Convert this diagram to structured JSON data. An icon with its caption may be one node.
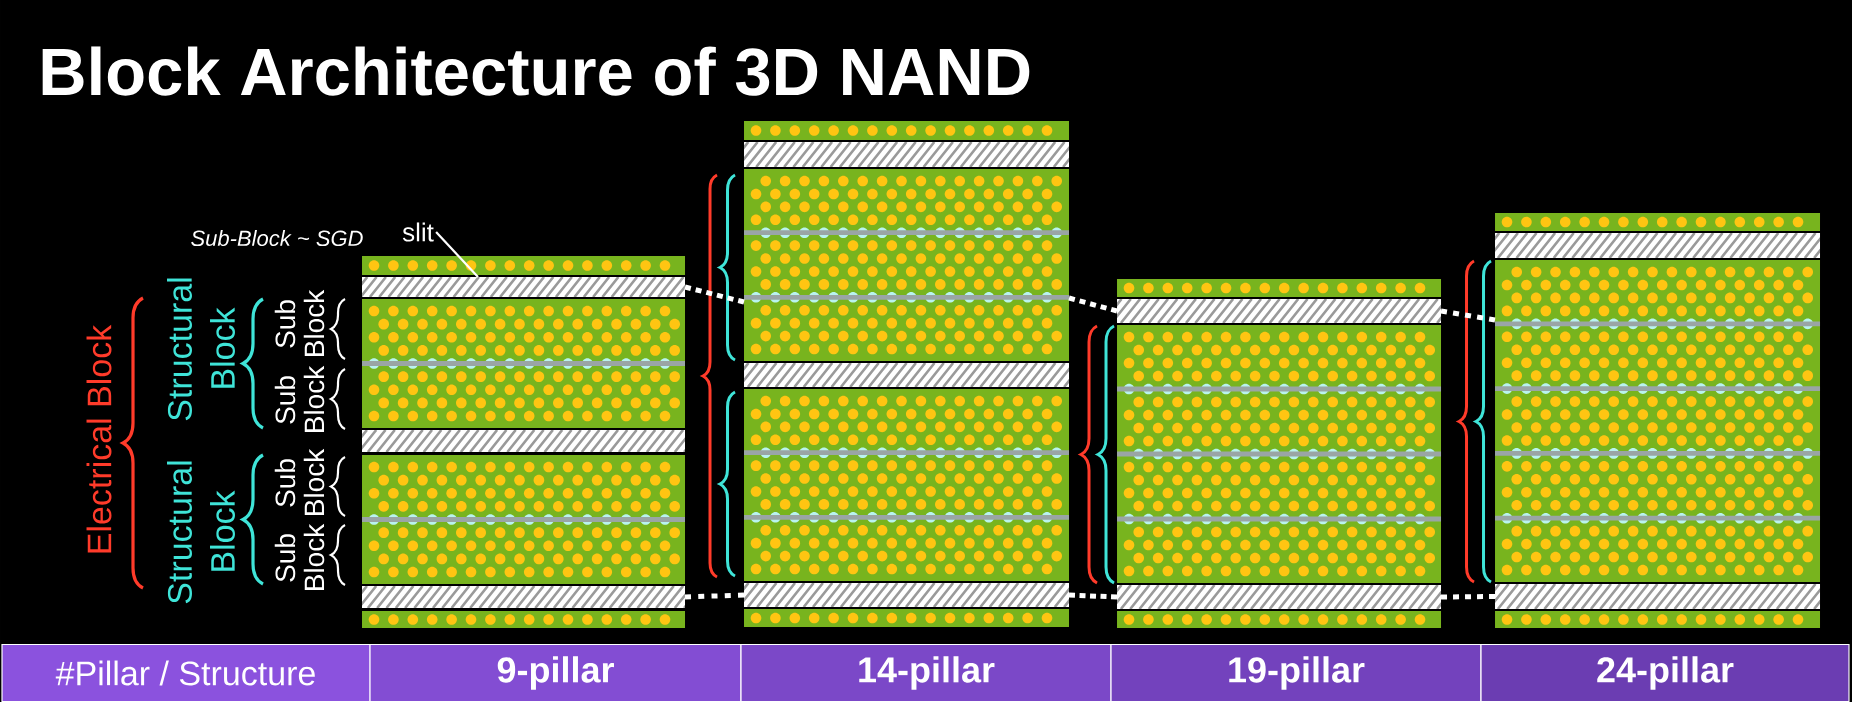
{
  "diagram": {
    "title": "Block Architecture of 3D NAND",
    "nodes": [
      {
        "text": [
          "slit"
        ]
      },
      {
        "text": [],
        "shape": "box"
      },
      {
        "text": [],
        "shape": "bar"
      },
      {
        "text": [],
        "shape": "box"
      },
      {
        "text": [],
        "shape": "bar"
      },
      {
        "text": [],
        "shape": "box"
      },
      {
        "text": [],
        "shape": "bar"
      },
      {
        "text": [],
        "shape": "box"
      },
      {
        "text": [],
        "shape": "box"
      },
      {
        "text": [],
        "shape": "bar"
      },
      {
        "text": [],
        "shape": "box"
      },
      {
        "text": [],
        "shape": "bar"
      },
      {
        "text": [],
        "shape": "box"
      },
      {
        "text": [],
        "shape": "bar"
      },
      {
        "text": [],
        "shape": "box"
      },
      {
        "text": [],
        "shape": "box"
      },
      {
        "text": [],
        "shape": "bar"
      },
      {
        "text": [],
        "shape": "box"
      },
      {
        "text": [],
        "shape": "bar"
      },
      {
        "text": [],
        "shape": "box"
      },
      {
        "text": [],
        "shape": "box"
      },
      {
        "text": [],
        "shape": "bar"
      },
      {
        "text": [],
        "shape": "box"
      },
      {
        "text": [],
        "shape": "bar"
      },
      {
        "text": [],
        "shape": "box"
      }
    ],
    "edges": [
      {
        "from": 0,
        "to": 2,
        "arrow": "none"
      },
      {
        "from": 2,
        "to": 10,
        "arrow": "none",
        "style": "dashed"
      },
      {
        "from": 10,
        "to": 16,
        "arrow": "none",
        "style": "dashed"
      },
      {
        "from": 16,
        "to": 22,
        "arrow": "none",
        "style": "dashed"
      },
      {
        "from": 6,
        "to": 13,
        "arrow": "none",
        "style": "dashed"
      },
      {
        "from": 13,
        "to": 18,
        "arrow": "none",
        "style": "dashed"
      },
      {
        "from": 18,
        "to": 23,
        "arrow": "none",
        "style": "dashed"
      }
    ],
    "labels": [
      "Sub-Block ~ SGD",
      "Electrical Block",
      "Structural Block",
      "Structural Block",
      "Sub Block",
      "Sub Block",
      "Sub Block",
      "Sub Block",
      "#Pillar / Structure",
      "9-pillar",
      "14-pillar",
      "19-pillar",
      "24-pillar"
    ]
  }
}
